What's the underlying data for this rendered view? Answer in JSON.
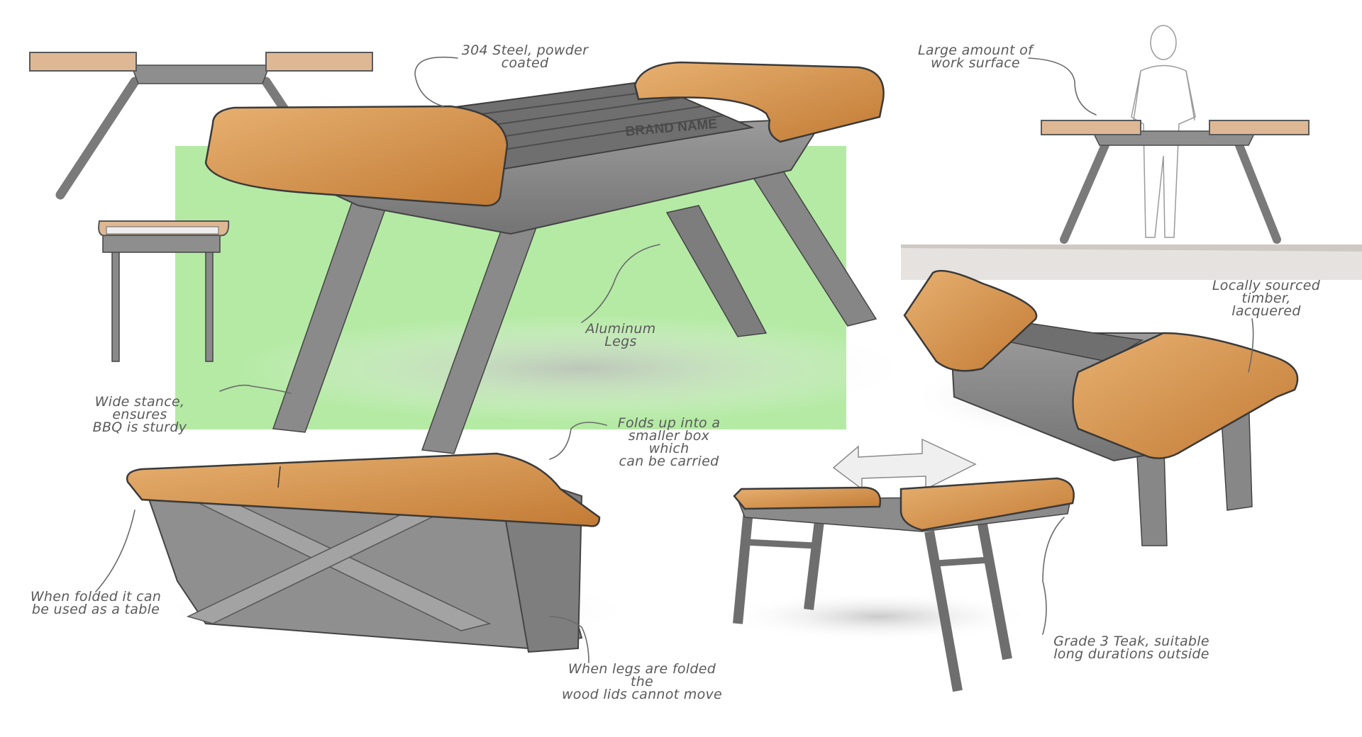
{
  "brand_text": "BRAND NAME",
  "annotations": {
    "steel": "304 Steel, powder\ncoated",
    "work_surface": "Large amount of\nwork surface",
    "aluminum_legs": "Aluminum Legs",
    "wide_stance": "Wide stance, ensures\nBBQ is sturdy",
    "folds_up": "Folds up into a\nsmaller box which\ncan be carried",
    "timber": "Locally sourced\ntimber, lacquered",
    "folded_table": "When folded it can\nbe used as a table",
    "legs_folded": "When legs are folded the\nwood lids cannot move",
    "teak": "Grade 3 Teak, suitable\nlong durations outside"
  },
  "colors": {
    "wood": "#d99a55",
    "wood_dark": "#b87430",
    "steel": "#8a8a8a",
    "steel_dark": "#5e5e5e",
    "highlight_green": "#b5eaa5",
    "ink": "#5a5a5a"
  }
}
